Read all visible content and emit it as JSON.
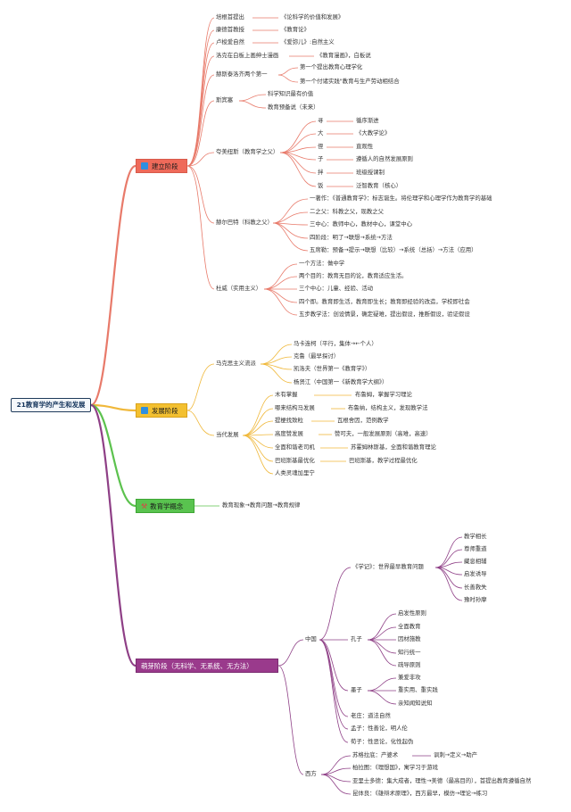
{
  "root": "21教育学的产生和发展",
  "colors": {
    "stage1": "#ef6a5a",
    "stage2": "#f3c030",
    "stage3": "#59c34f",
    "stage4": "#9a3a8c",
    "wire1": "#e87a6a",
    "wire2": "#f0b83a",
    "wire3": "#5cc24e",
    "wire4": "#8e3f86",
    "icon1": "#2f8fe0",
    "icon2": "#2f8fe0",
    "icon3": "#d94545"
  },
  "stages": {
    "s1": "建立阶段",
    "s2": "发展阶段",
    "s3": "教育学概念",
    "s4": "萌芽阶段（无科学、无系统、无方法）"
  },
  "icons": {
    "i1": "blue-square-icon",
    "i2": "blue-square-icon",
    "i3": "hammer-pick-icon"
  },
  "s1": {
    "a1": "培根首提出",
    "a1v": "《论科学的价值和发展》",
    "a2": "康德首教授",
    "a2v": "《教育论》",
    "a3": "卢梭爱自然",
    "a3v": "《爱弥儿》:自然主义",
    "a4": "洛克在白板上画绅士漫画",
    "a4v": "《教育漫画》，白板说",
    "a5": "赫斯泰洛齐两个第一",
    "a5v1": "第一个提出教育心理学化",
    "a5v2": "第一个付诸实践\"教育与生产劳动相结合",
    "a6": "斯宾塞",
    "a6v1": "科学知识最有价值",
    "a6v2": "教育预备说（未来）",
    "a7": "夸美纽斯（教育学之父）",
    "k1": "寻",
    "k1v": "循序渐进",
    "k2": "大",
    "k2v": "《大教学论》",
    "k3": "侄",
    "k3v": "直观性",
    "k4": "子",
    "k4v": "遵循人的自然发展原则",
    "k5": "拌",
    "k5v": "班级授课制",
    "k6": "饭",
    "k6v": "泛智教育（核心）",
    "a8": "赫尔巴特（科教之父）",
    "h1": "一著作：《普通教育学》：标志诞生。将伦理学和心理学作为教育学的基础",
    "h2": "二之父：科教之父，现教之父",
    "h3": "三中心：教师中心，教材中心，课堂中心",
    "h4": "四阶段：明了→联想→系统→方法",
    "h5": "五席勒：预备→提示→联想（比较）→系统（总括）→方法（应用）",
    "a9": "杜威（实用主义）",
    "d1": "一个方法：做中学",
    "d2": "两个目的：教育无目的论，教育适应生活。",
    "d3": "三个中心：儿童、经验、活动",
    "d4": "四个即。教育即生活，教育即生长；教育即经验的改造，学校即社会",
    "d5": "五步教学法：创设情景，确定疑难，提出假设，推断假设，验证假设"
  },
  "s2": {
    "m": "马克思主义流派",
    "m1": "马卡连柯（平行，集体→←个人）",
    "m2": "克鲁（最早探讨）",
    "m3": "凯洛夫（世界第一《教育学》）",
    "m4": "杨贤江（中国第一《新教育学大纲》）",
    "c": "当代发展",
    "c1": "木有掌握",
    "c1v": "布鲁姆，掌握学习理论",
    "c2": "哪来结构马发展",
    "c2v": "布鲁纳，结构主义，发现教学法",
    "c3": "提梗找致粒",
    "c3v": "瓦根舍因，范例教学",
    "c4": "高度赞发展",
    "c4v": "赞可夫，一般发展原则（高难，高速）",
    "c5": "全面和谐老司机",
    "c5v": "苏霍姆林斯基，全面和谐教育理论",
    "c6": "巴班斯基最优化",
    "c6v": "巴班斯基，教学过程最优化",
    "c7": "人类灵魂加里宁"
  },
  "s3": {
    "v": "教育现象→教育问题→教育规律"
  },
  "s4": {
    "cn": "中国",
    "x": "《学记》：世界最早教育问题",
    "x1": "教学相长",
    "x2": "尊师重道",
    "x3": "藏息相辅",
    "x4": "启发诱导",
    "x5": "长善救失",
    "x6": "豫时孙摩",
    "kz": "孔子",
    "kz1": "启发性原则",
    "kz2": "全面教育",
    "kz3": "因材施教",
    "kz4": "知行统一",
    "kz5": "疏导原则",
    "mz": "墨子",
    "mz1": "兼爱非攻",
    "mz2": "重实用、重实践",
    "mz3": "亲知闻知说知",
    "lz": "老庄：道法自然",
    "mzi": "孟子：性善论，明人伦",
    "xz": "荀子：性恶论，化性起伪",
    "xf": "西方",
    "w1": "苏格拉底：产婆术",
    "w1v": "讽刺→定义→助产",
    "w2": "柏拉图：《理想国》，寓学习于游戏",
    "w3": "亚里士多德：集大成者，理性→美德（最高目的），首提出教育遵循自然",
    "w4": "昆体良：《雄辩术原理》，西方最早，模仿→理论→练习"
  }
}
